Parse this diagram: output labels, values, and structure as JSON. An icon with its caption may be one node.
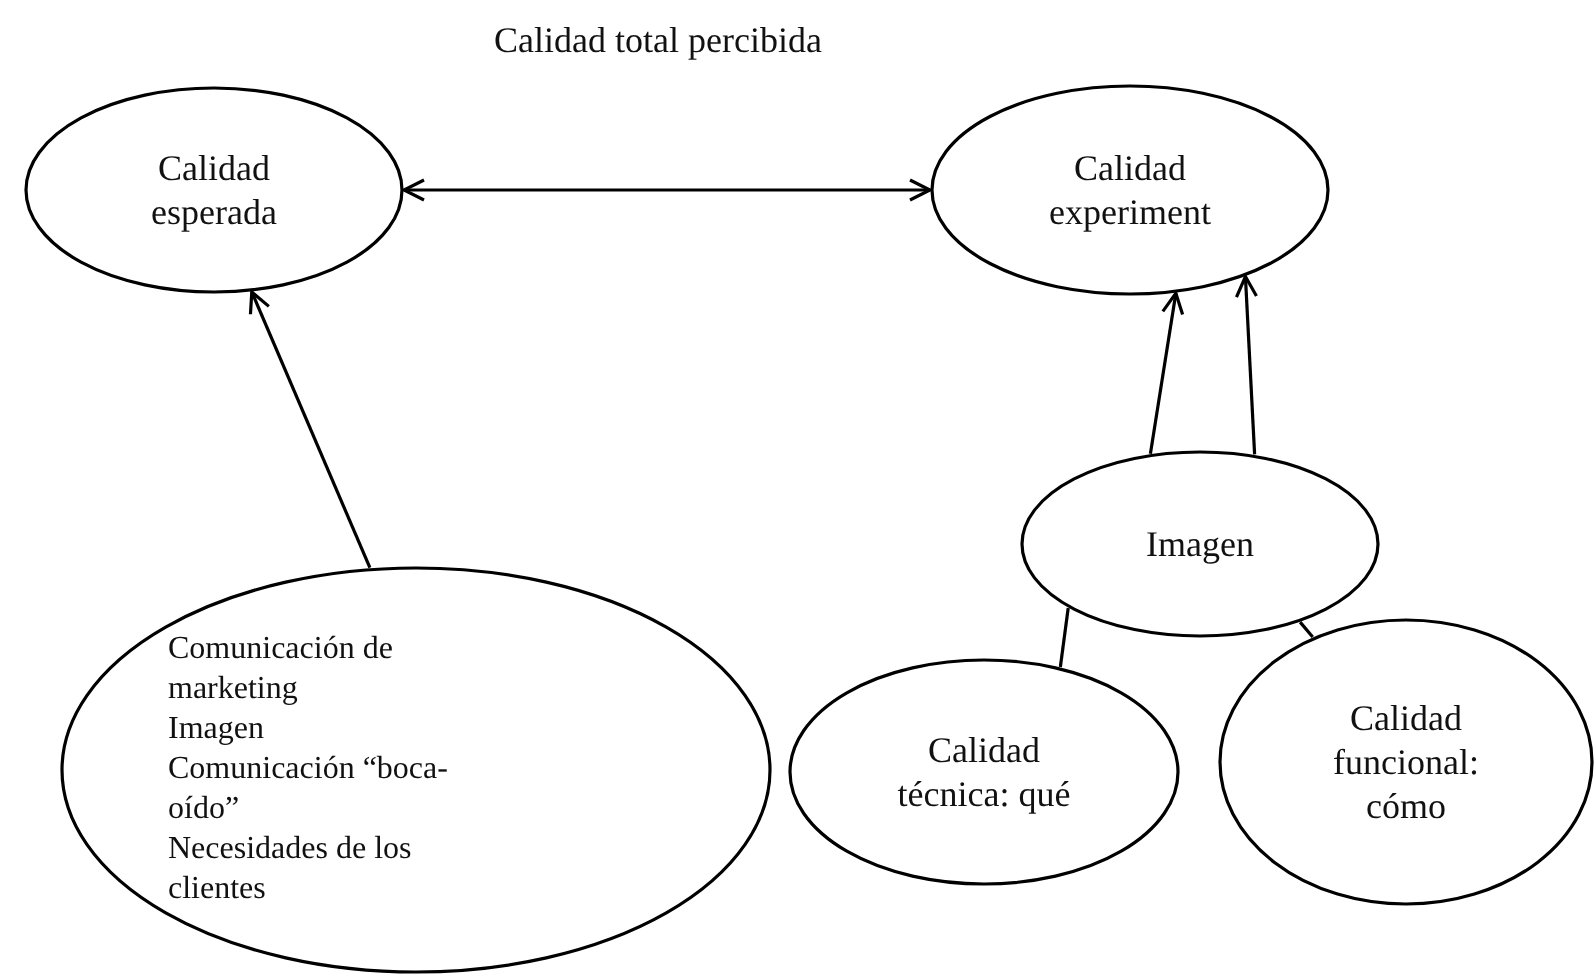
{
  "diagram": {
    "title": "Calidad total percibida",
    "nodes": [
      {
        "text": [
          "Calidad esperada"
        ]
      },
      {
        "text": [
          "Calidad experiment"
        ]
      },
      {
        "text": [
          "Imagen"
        ]
      },
      {
        "text": [
          "Calidad técnica: qué"
        ]
      },
      {
        "text": [
          "Calidad funcional: cómo"
        ]
      },
      {
        "text": [
          "Comunicación de marketing",
          "Imagen",
          "Comunicación “boca-oído”",
          "Necesidades de los clientes"
        ]
      }
    ],
    "edges": [
      {
        "from": 0,
        "to": 1,
        "arrow": "both"
      },
      {
        "from": 5,
        "to": 0,
        "arrow": "to"
      },
      {
        "from": 2,
        "to": 1,
        "arrow": "to"
      },
      {
        "from": 2,
        "to": 1,
        "arrow": "to"
      },
      {
        "from": 2,
        "to": 3,
        "arrow": "none"
      },
      {
        "from": 2,
        "to": 4,
        "arrow": "none"
      }
    ]
  }
}
